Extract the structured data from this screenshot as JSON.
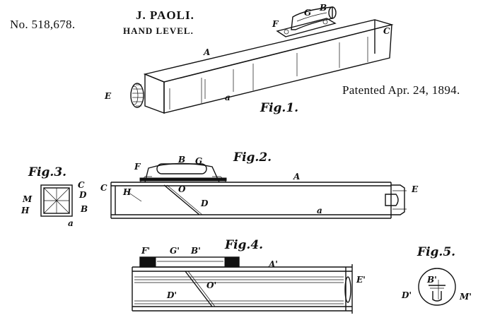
{
  "header": {
    "patent_number": "No. 518,678.",
    "inventor": "J. PAOLI.",
    "title": "HAND LEVEL.",
    "patented": "Patented Apr. 24, 1894."
  },
  "figures": {
    "fig1": "Fig.1.",
    "fig2": "Fig.2.",
    "fig3": "Fig.3.",
    "fig4": "Fig.4.",
    "fig5": "Fig.5."
  },
  "labels": {
    "fig1": {
      "A": "A",
      "a": "a",
      "B": "B",
      "C": "C",
      "E": "E",
      "F": "F",
      "G": "G"
    },
    "fig2": {
      "A": "A",
      "a": "a",
      "B": "B",
      "C": "C",
      "D": "D",
      "E": "E",
      "F": "F",
      "G": "G",
      "H": "H",
      "O": "O"
    },
    "fig3": {
      "M": "M",
      "H": "H",
      "C": "C",
      "D": "D",
      "B": "B",
      "a": "a"
    },
    "fig4": {
      "F": "F'",
      "G": "G'",
      "B": "B'",
      "A": "A'",
      "E": "E'",
      "O": "O'",
      "D": "D'"
    },
    "fig5": {
      "B": "B'",
      "D": "D'",
      "M": "M'"
    }
  }
}
